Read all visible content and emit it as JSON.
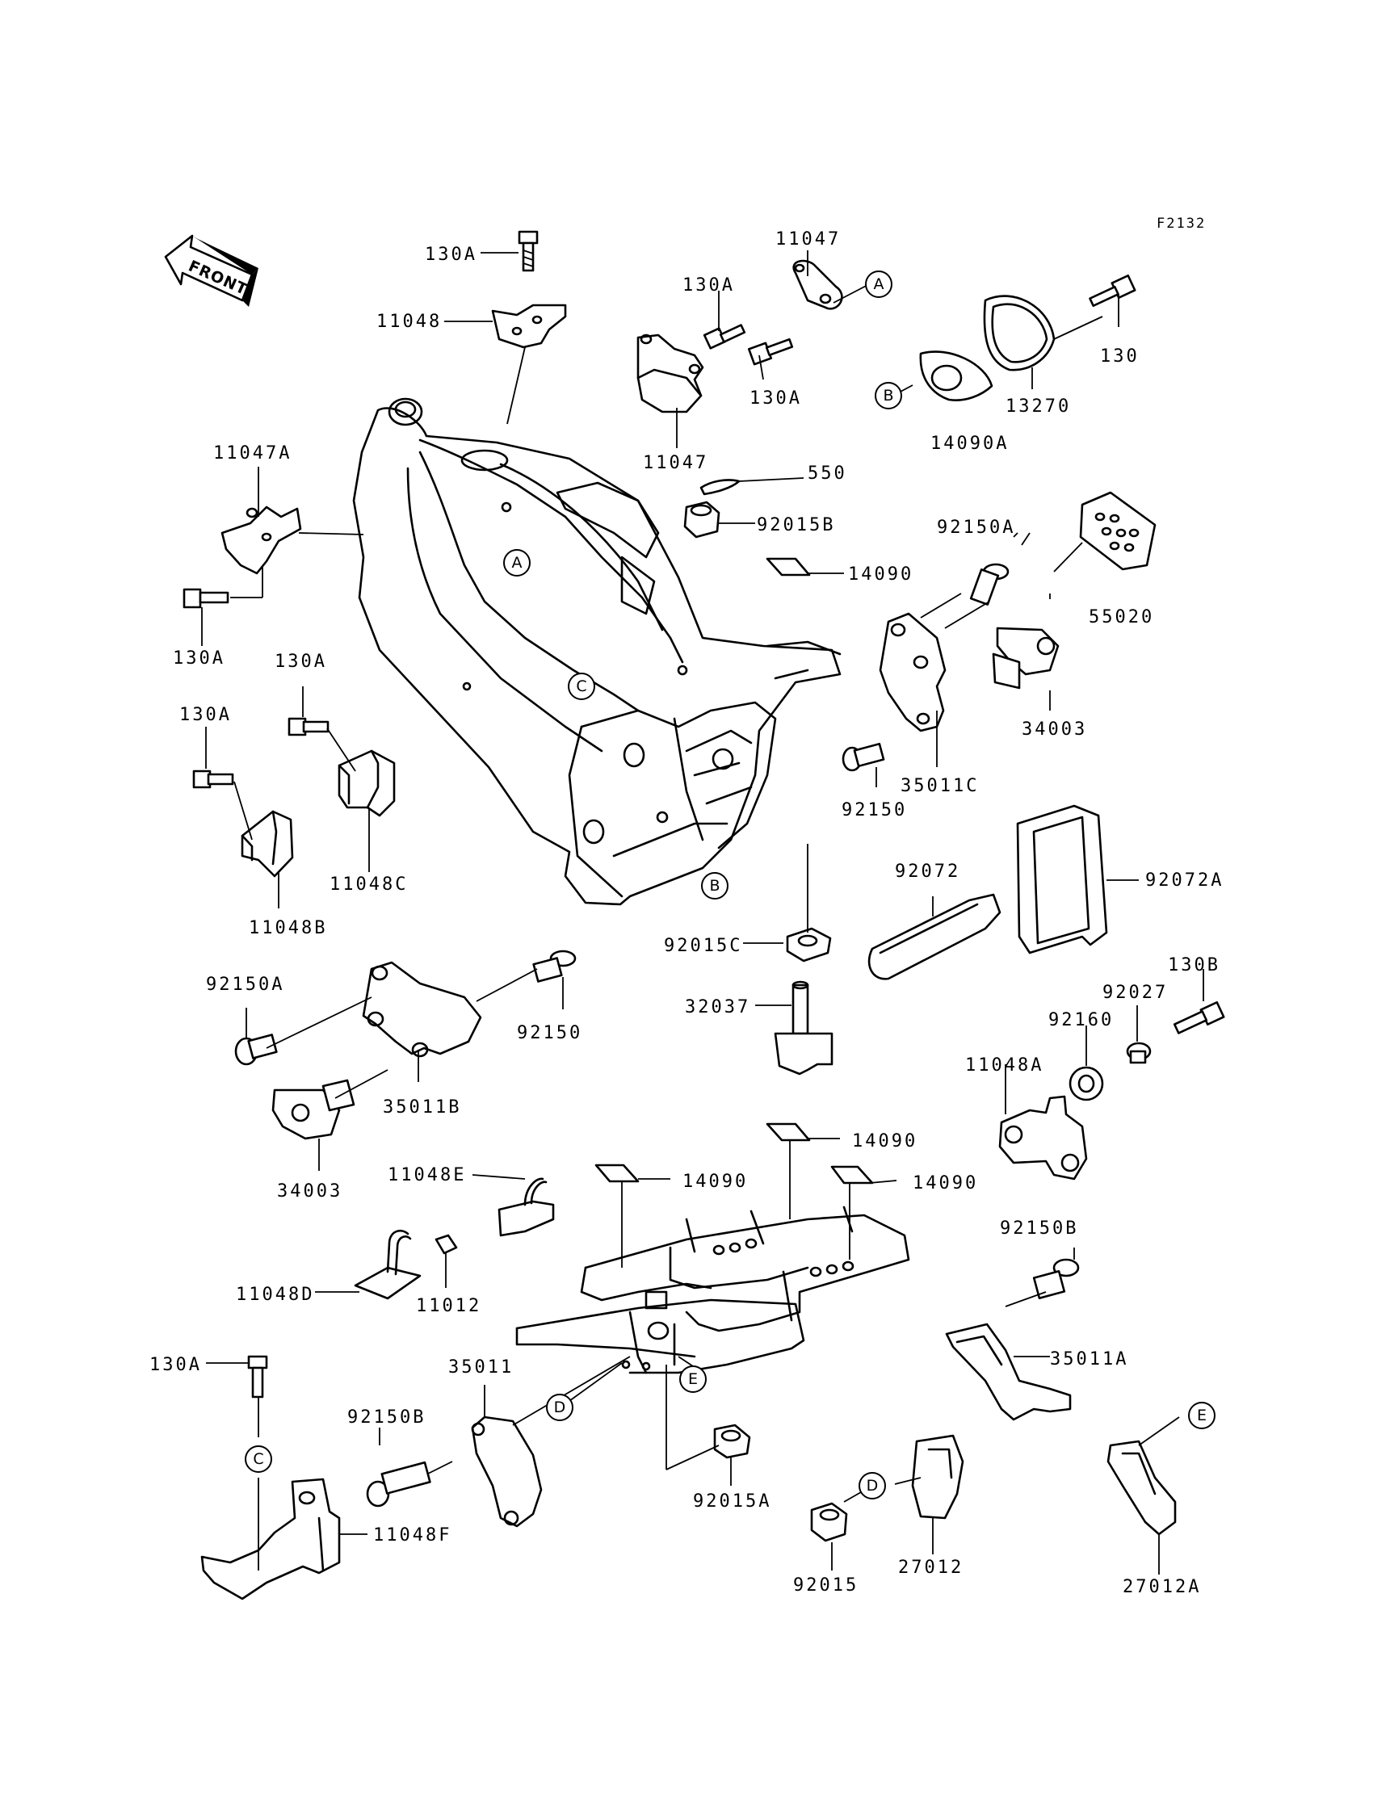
{
  "figure_code": "F2132",
  "front_label": "FRONT",
  "part_labels": {
    "p1": "130A",
    "p2": "11048",
    "p3": "11047A",
    "p4": "130A",
    "p5": "130A",
    "p6": "130A",
    "p7": "11048C",
    "p8": "11048B",
    "p9": "11047",
    "p10": "130A",
    "p11": "130A",
    "p12": "11047",
    "p13": "550",
    "p14": "92015B",
    "p15": "14090",
    "p16": "130",
    "p17": "13270",
    "p18": "14090A",
    "p19": "92150A",
    "p20": "55020",
    "p21": "34003",
    "p22": "35011C",
    "p23": "92150",
    "p24": "92072",
    "p25": "92072A",
    "p26": "92015C",
    "p27": "92150A",
    "p28": "92150",
    "p29": "35011B",
    "p30": "34003",
    "p31": "32037",
    "p32": "130B",
    "p33": "92027",
    "p34": "92160",
    "p35": "11048A",
    "p36": "14090",
    "p37": "14090",
    "p38": "14090",
    "p39": "11048E",
    "p40": "11048D",
    "p41": "11012",
    "p42": "92150B",
    "p43": "35011A",
    "p44": "130A",
    "p45": "35011",
    "p46": "92150B",
    "p47": "92015A",
    "p48": "11048F",
    "p49": "92015",
    "p50": "27012",
    "p51": "27012A"
  },
  "callouts": {
    "c1": "A",
    "c2": "A",
    "c3": "B",
    "c4": "C",
    "c5": "B",
    "c6": "D",
    "c7": "E",
    "c8": "C",
    "c9": "D",
    "c10": "E"
  }
}
